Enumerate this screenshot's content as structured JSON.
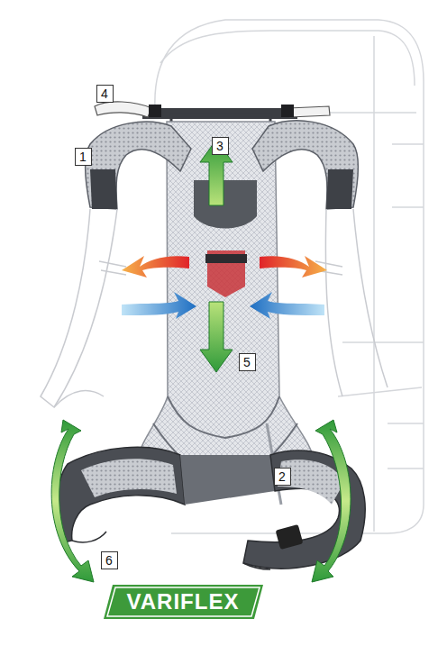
{
  "diagram": {
    "nodes": [
      {
        "text": [
          "VARIFLEX"
        ]
      }
    ],
    "labels": [
      "1",
      "2",
      "3",
      "4",
      "5",
      "6"
    ]
  }
}
